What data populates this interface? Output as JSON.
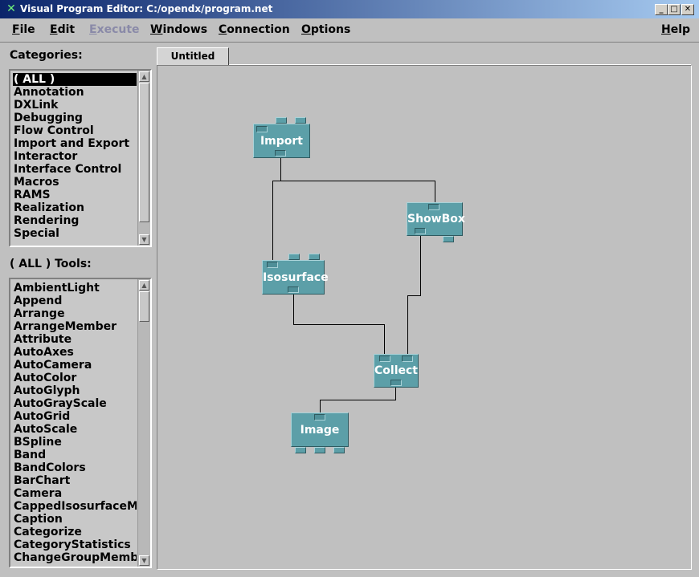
{
  "window": {
    "title": "Visual Program Editor: C:/opendx/program.net"
  },
  "menu": {
    "file": "File",
    "edit": "Edit",
    "execute": "Execute",
    "windows": "Windows",
    "connection": "Connection",
    "options": "Options",
    "help": "Help"
  },
  "categories": {
    "label": "Categories:",
    "items": [
      "( ALL )",
      "Annotation",
      "DXLink",
      "Debugging",
      "Flow Control",
      "Import and Export",
      "Interactor",
      "Interface Control",
      "Macros",
      "RAMS",
      "Realization",
      "Rendering",
      "Special"
    ]
  },
  "tools": {
    "label": "( ALL ) Tools:",
    "items": [
      "AmbientLight",
      "Append",
      "Arrange",
      "ArrangeMember",
      "Attribute",
      "AutoAxes",
      "AutoCamera",
      "AutoColor",
      "AutoGlyph",
      "AutoGrayScale",
      "AutoGrid",
      "AutoScale",
      "BSpline",
      "Band",
      "BandColors",
      "BarChart",
      "Camera",
      "CappedIsosurfaceMac",
      "Caption",
      "Categorize",
      "CategoryStatistics",
      "ChangeGroupMember"
    ]
  },
  "canvas": {
    "tab": "Untitled",
    "nodes": {
      "import": "Import",
      "showbox": "ShowBox",
      "isosurface": "Isosurface",
      "collect": "Collect",
      "image": "Image"
    }
  }
}
